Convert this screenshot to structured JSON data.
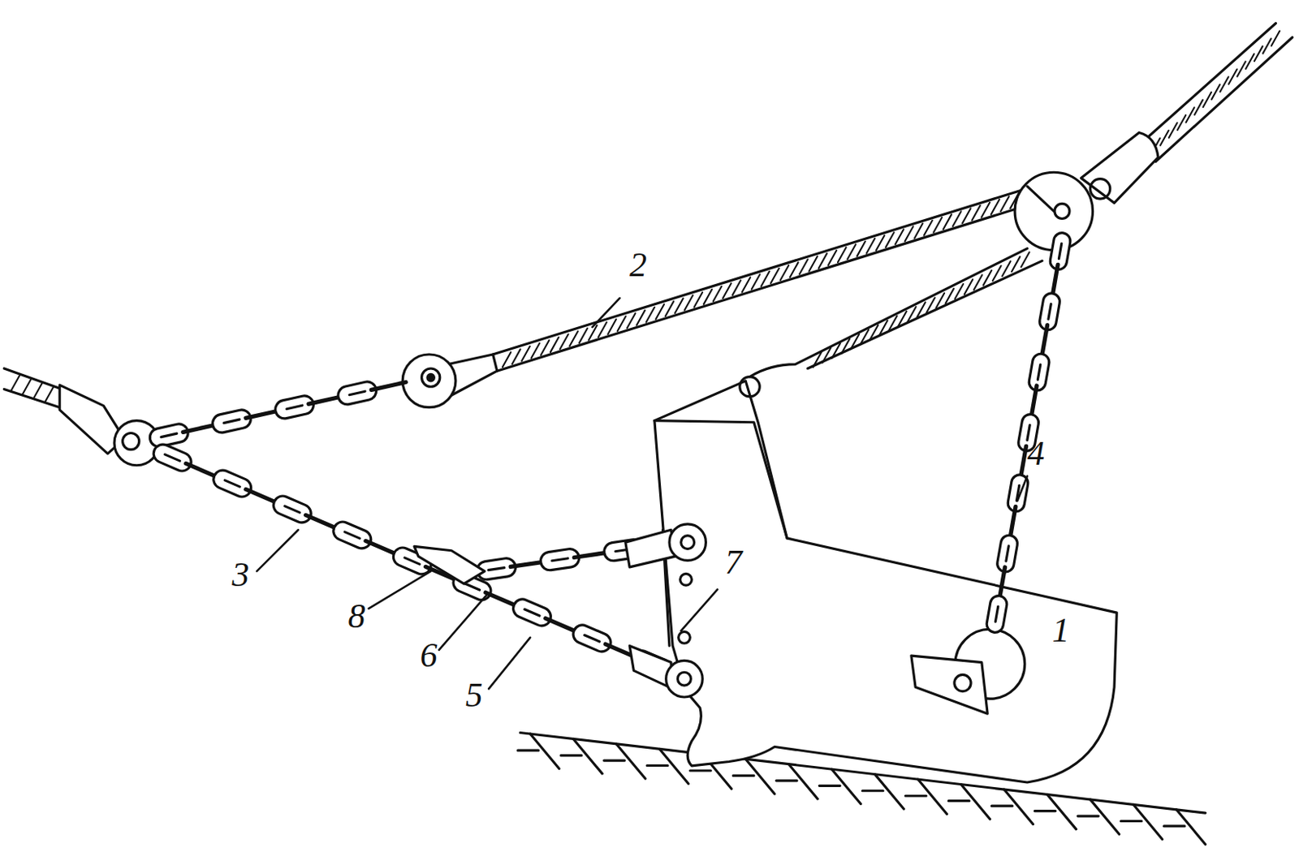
{
  "diagram": {
    "labels": [
      "2",
      "3",
      "8",
      "6",
      "5",
      "7",
      "4",
      "1"
    ]
  }
}
